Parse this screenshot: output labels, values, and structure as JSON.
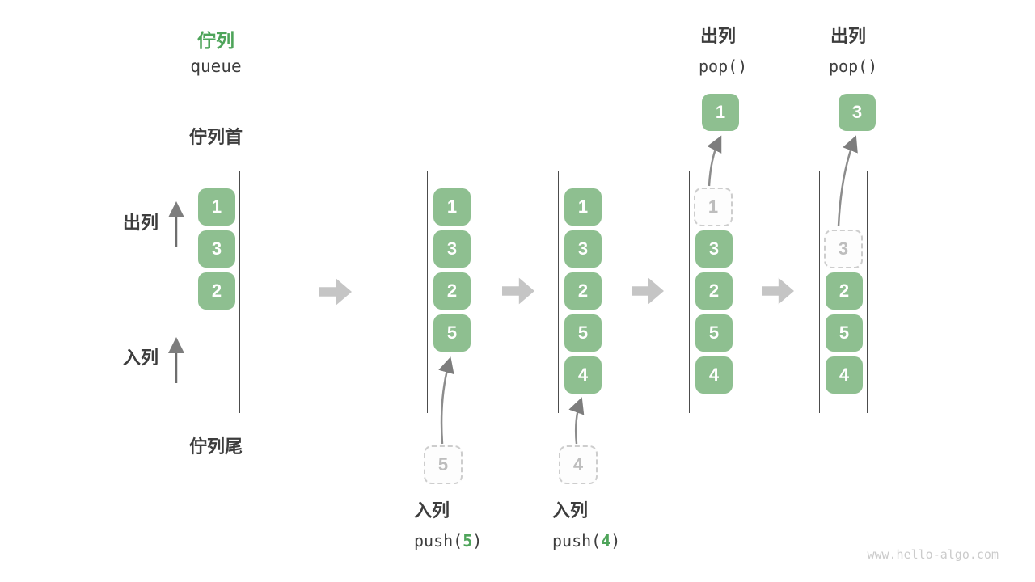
{
  "title": {
    "zh": "佇列",
    "en": "queue"
  },
  "labels": {
    "front": "佇列首",
    "rear": "佇列尾",
    "dequeue": "出列",
    "enqueue": "入列"
  },
  "states": [
    {
      "slots": [
        "1",
        "3",
        "2"
      ]
    },
    {
      "slots": [
        "1",
        "3",
        "2",
        "5"
      ],
      "staged": "5"
    },
    {
      "slots": [
        "1",
        "3",
        "2",
        "5",
        "4"
      ],
      "staged": "4"
    },
    {
      "ghost": "1",
      "slots": [
        "3",
        "2",
        "5",
        "4"
      ],
      "popped": "1"
    },
    {
      "ghost": "3",
      "slots": [
        "2",
        "5",
        "4"
      ],
      "popped": "3"
    }
  ],
  "ops": {
    "push": [
      {
        "label": "入列",
        "fn": "push(",
        "arg": "5",
        "close": ")"
      },
      {
        "label": "入列",
        "fn": "push(",
        "arg": "4",
        "close": ")"
      }
    ],
    "pop": [
      {
        "label": "出列",
        "code": "pop()"
      },
      {
        "label": "出列",
        "code": "pop()"
      }
    ]
  },
  "watermark": "www.hello-algo.com",
  "colors": {
    "box_green": "#8ebf90",
    "accent_green": "#4ea45a",
    "text_dark": "#3d3d3d",
    "block_arrow_gray": "#c5c5c5",
    "dashed_border": "#cdcdcd",
    "dashed_text": "#bdbdbd",
    "rail_line": "#4c4c4c"
  }
}
